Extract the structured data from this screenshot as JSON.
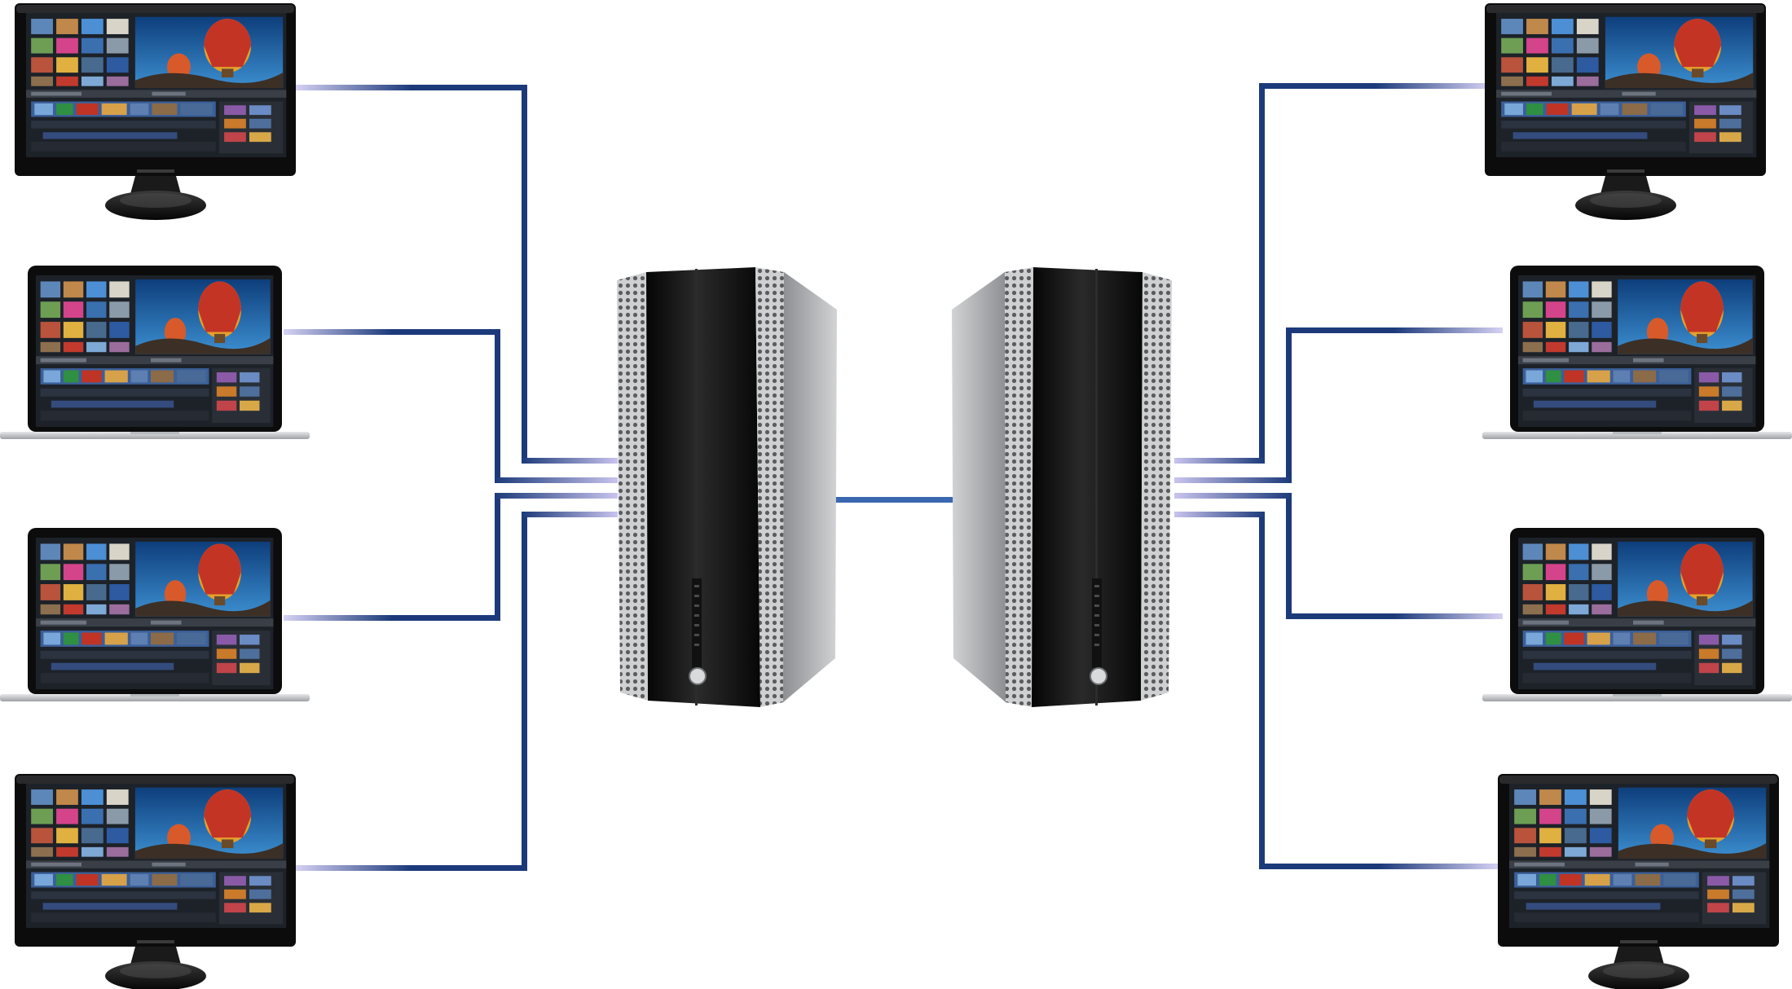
{
  "colors": {
    "cable": "#1c3a7a",
    "cable_fade": "#c9c4ee",
    "bezel": "#0c0c0d",
    "screen_bg": "#1d2229",
    "tower_silver": "#c4c6c8",
    "tower_black": "#151515"
  },
  "nodes": [
    {
      "kind": "desktop-monitor",
      "side": "left",
      "row": 1
    },
    {
      "kind": "laptop",
      "side": "left",
      "row": 2
    },
    {
      "kind": "laptop",
      "side": "left",
      "row": 3
    },
    {
      "kind": "desktop-monitor",
      "side": "left",
      "row": 4
    },
    {
      "kind": "desktop-monitor",
      "side": "right",
      "row": 1
    },
    {
      "kind": "laptop",
      "side": "right",
      "row": 2
    },
    {
      "kind": "laptop",
      "side": "right",
      "row": 3
    },
    {
      "kind": "desktop-monitor",
      "side": "right",
      "row": 4
    }
  ],
  "servers": [
    {
      "kind": "storage-tower",
      "facing": "left"
    },
    {
      "kind": "storage-tower",
      "facing": "right"
    }
  ],
  "icons": [
    "balloon-photo-icon",
    "video-timeline-icon",
    "power-led-icon"
  ]
}
